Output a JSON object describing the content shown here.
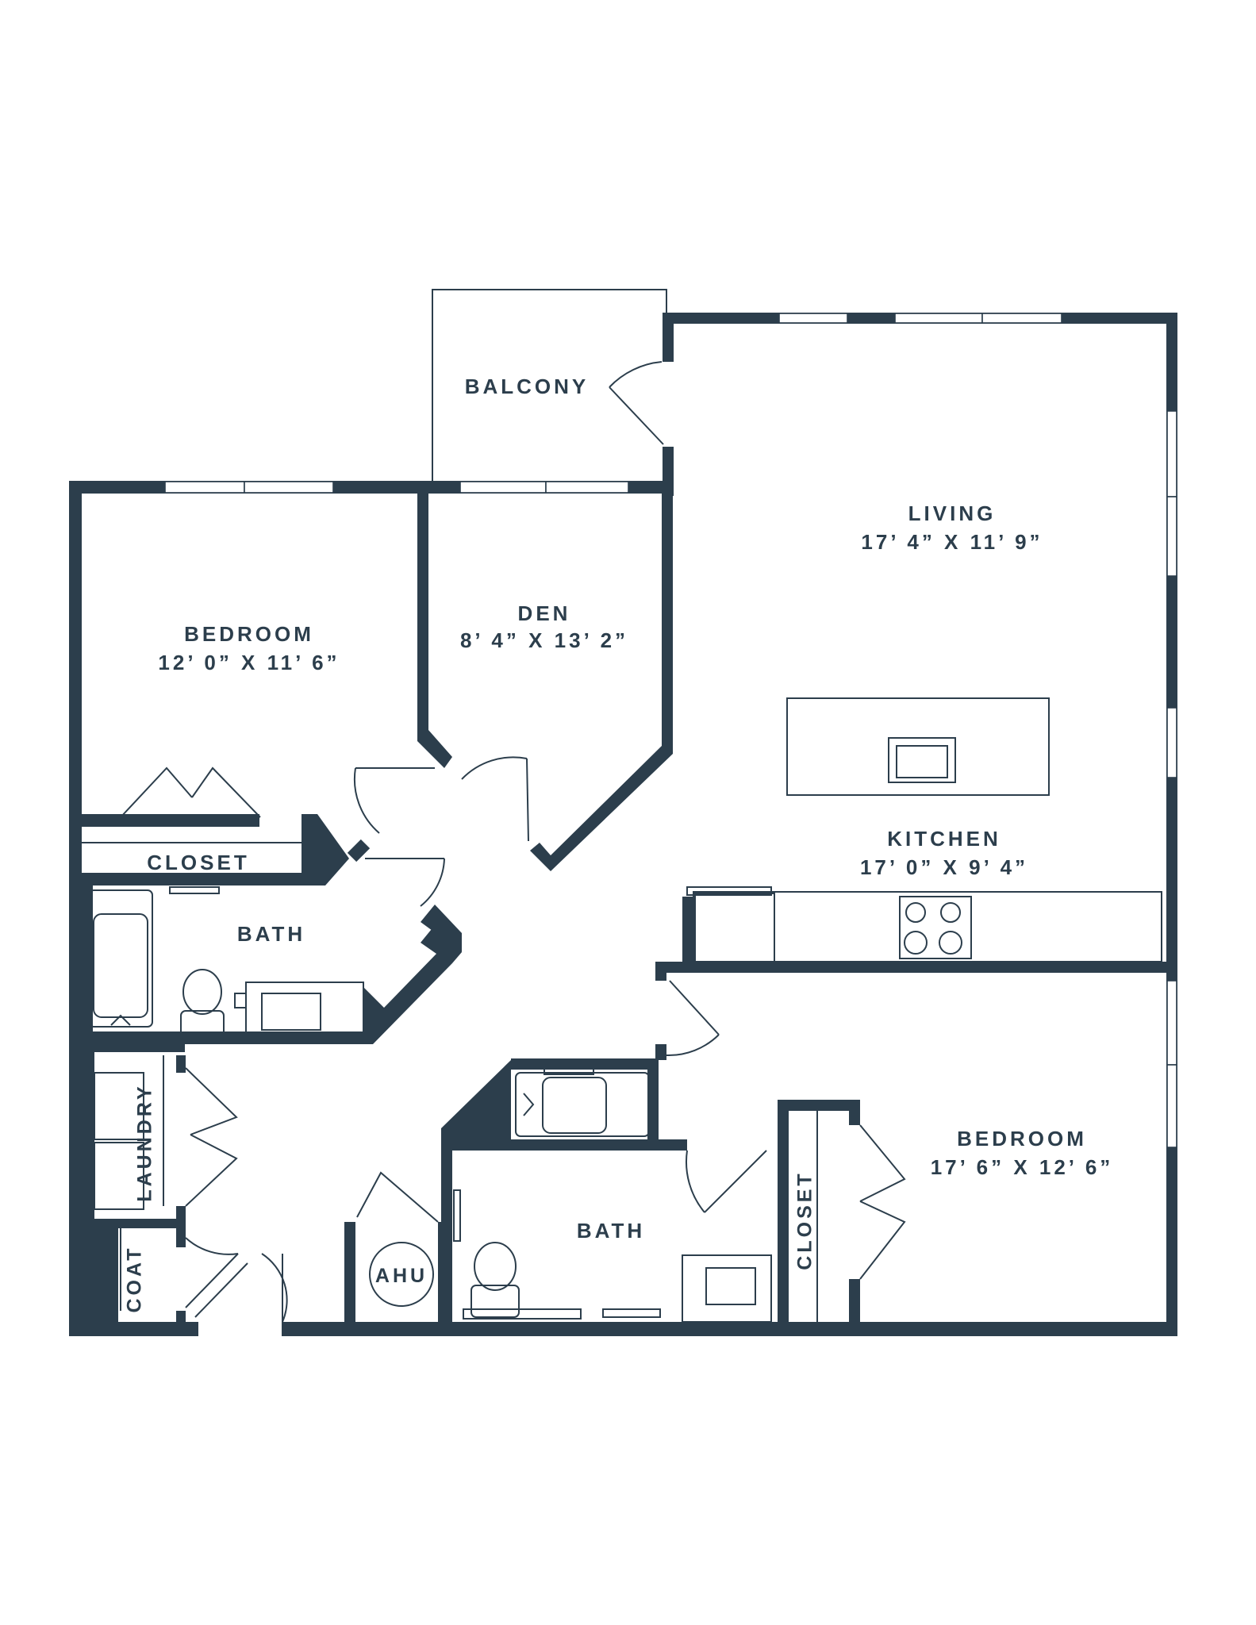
{
  "colors": {
    "wall": "#2c3e4c",
    "background": "#ffffff"
  },
  "rooms": {
    "balcony": {
      "name": "BALCONY"
    },
    "living": {
      "name": "LIVING",
      "size": "17’ 4” X 11’ 9”"
    },
    "den": {
      "name": "DEN",
      "size": "8’ 4” X 13’ 2”"
    },
    "bedroom1": {
      "name": "BEDROOM",
      "size": "12’ 0” X 11’ 6”"
    },
    "closet1": {
      "name": "CLOSET"
    },
    "bath1": {
      "name": "BATH"
    },
    "kitchen": {
      "name": "KITCHEN",
      "size": "17’ 0” X 9’ 4”"
    },
    "laundry": {
      "name": "LAUNDRY"
    },
    "coat": {
      "name": "COAT"
    },
    "ahu": {
      "name": "AHU"
    },
    "bath2": {
      "name": "BATH"
    },
    "closet2": {
      "name": "CLOSET"
    },
    "bedroom2": {
      "name": "BEDROOM",
      "size": "17’ 6” X 12’ 6”"
    }
  }
}
